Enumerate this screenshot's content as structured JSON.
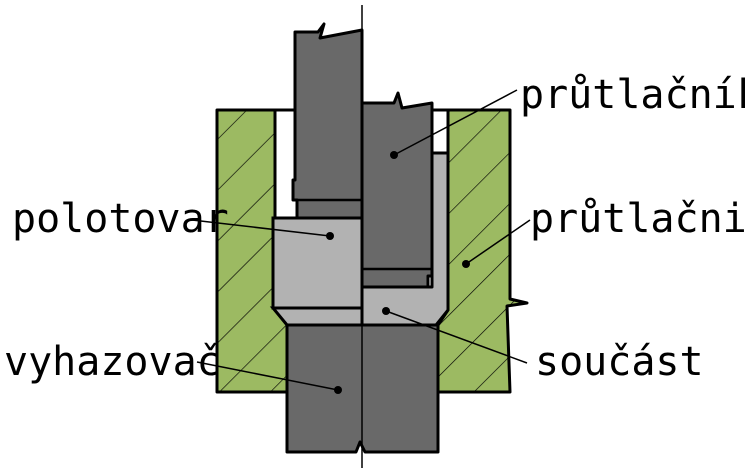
{
  "labels": {
    "punch": "průtlačník",
    "billet": "polotovar",
    "die": "průtlačnice",
    "ejector": "vyhazovač",
    "part": "součást"
  },
  "colors": {
    "die_fill": "#9cba62",
    "tool_fill": "#696969",
    "billet_fill": "#b2b2b2",
    "outline": "#000000",
    "background": "#ffffff"
  }
}
